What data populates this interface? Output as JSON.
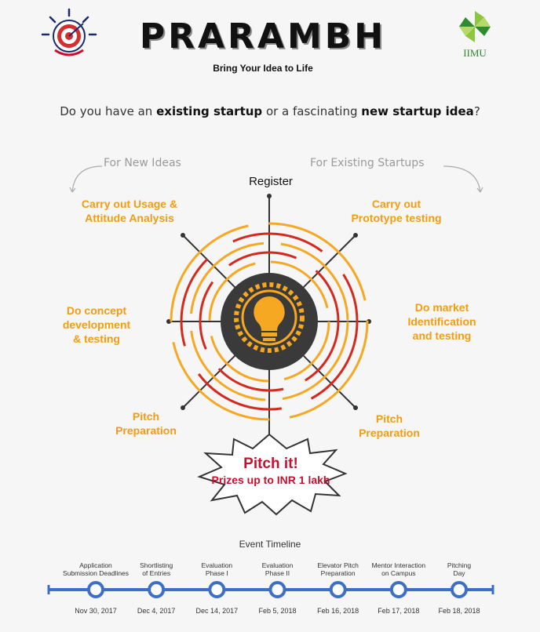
{
  "header": {
    "brand_title": "PRARAMBH",
    "tagline": "Bring Your Idea to Life",
    "left_logo_icon": "target-dart-logo",
    "right_logo_icon": "iimu-pinwheel-logo",
    "right_logo_text": "IIMU"
  },
  "question": {
    "part1": "Do you have an ",
    "bold1": "existing startup",
    "part2": " or a fascinating ",
    "bold2": "new startup idea",
    "part3": "?"
  },
  "diagram": {
    "left_track": "For New Ideas",
    "right_track": "For Existing Startups",
    "center_icon": "lightbulb-icon",
    "register": "Register",
    "steps_left": [
      "Carry out Usage &\nAttitude Analysis",
      "Do concept\ndevelopment\n& testing",
      "Pitch\nPreparation"
    ],
    "steps_right": [
      "Carry out\nPrototype testing",
      "Do market\nIdentification\nand testing",
      "Pitch\nPreparation"
    ],
    "pitch_title": "Pitch it!",
    "pitch_prize": "Prizes up to INR 1 lakh",
    "colors": {
      "orange": "#f39c12",
      "red": "#c8102e",
      "dark": "#333333"
    }
  },
  "timeline": {
    "title": "Event Timeline",
    "events": [
      {
        "label": "Application\nSubmission Deadlines",
        "date": "Nov 30, 2017"
      },
      {
        "label": "Shortlisting\nof Entries",
        "date": "Dec 4, 2017"
      },
      {
        "label": "Evaluation\nPhase I",
        "date": "Dec 14, 2017"
      },
      {
        "label": "Evaluation\nPhase II",
        "date": "Feb 5, 2018"
      },
      {
        "label": "Elevator Pitch\nPreparation",
        "date": "Feb 16, 2018"
      },
      {
        "label": "Mentor Interaction\non Campus",
        "date": "Feb 17, 2018"
      },
      {
        "label": "Pitching\nDay",
        "date": "Feb 18, 2018"
      }
    ],
    "color": "#3d6fc7"
  }
}
